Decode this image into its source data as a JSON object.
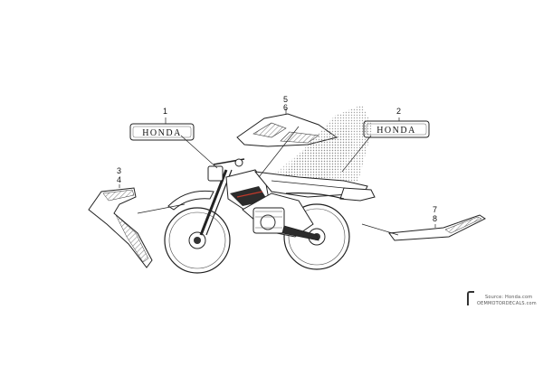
{
  "callouts": {
    "c1": "1",
    "c2": "2",
    "c3": "3",
    "c4": "4",
    "c5": "5",
    "c6": "6",
    "c7": "7",
    "c8": "8"
  },
  "emblem": {
    "left_text": "HONDA",
    "right_text": "HONDA"
  },
  "credit": {
    "source": "Source: Honda.com",
    "site": "OEMMOTORDECALS.com"
  },
  "colors": {
    "line": "#222222",
    "hatch": "#9a9a9a",
    "fill_dark": "#333333",
    "accent_red": "#c0392b"
  }
}
